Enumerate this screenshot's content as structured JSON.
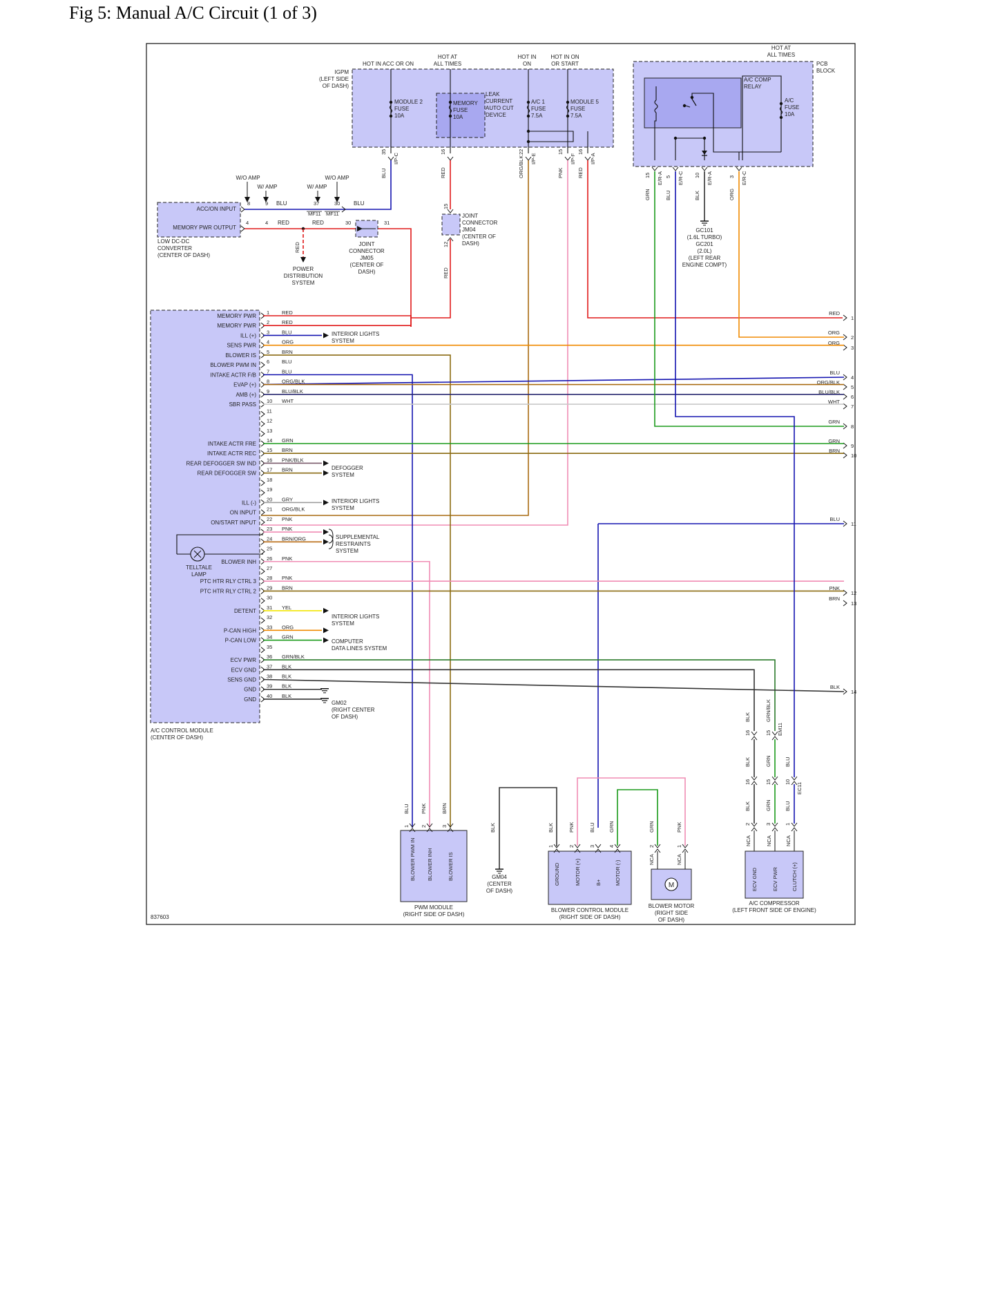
{
  "title": "Fig 5: Manual A/C Circuit (1 of 3)",
  "figure_id": "837603",
  "colors": {
    "RED": "#e01818",
    "BLU": "#1414b0",
    "ORG": "#f08a00",
    "BRN": "#8a6a10",
    "GRN": "#1a9a1a",
    "PNK": "#f08cb4",
    "BLK": "#333333",
    "WHT": "#c8c8c8",
    "YEL": "#f2e600",
    "ORG/BLK": "#a86a10",
    "BLU/BLK": "#2a2a70",
    "PNK/BLK": "#7a5a6a",
    "BRN/ORG": "#b86a10",
    "GRY": "#999999",
    "GRN/BLK": "#2a7a2a",
    "module_fill": "#c8c8f8"
  },
  "headers": {
    "igpm_acc": "HOT IN ACC OR ON",
    "igpm_always": [
      "HOT AT",
      "ALL TIMES"
    ],
    "igpm_on": [
      "HOT IN",
      "ON"
    ],
    "igpm_start": [
      "HOT IN ON",
      "OR START"
    ],
    "pcb_always": [
      "HOT AT",
      "ALL TIMES"
    ]
  },
  "igpm": {
    "label": [
      "IGPM",
      "(LEFT SIDE",
      "OF DASH)"
    ],
    "fuses": [
      [
        "MODULE 2",
        "FUSE",
        "10A"
      ],
      [
        "MEMORY",
        "FUSE",
        "10A"
      ],
      [
        "A/C 1",
        "FUSE",
        "7.5A"
      ],
      [
        "MODULE 5",
        "FUSE",
        "7.5A"
      ]
    ],
    "leak_device": [
      "LEAK",
      "CURRENT",
      "AUTO CUT",
      "DEVICE"
    ]
  },
  "pcb": {
    "label": [
      "PCB",
      "BLOCK"
    ],
    "relay": [
      "A/C COMP",
      "RELAY"
    ],
    "fuse": [
      "A/C",
      "FUSE",
      "10A"
    ]
  },
  "igpm_pins": [
    {
      "pin": "35",
      "conn": "I/P-C",
      "color": "BLU"
    },
    {
      "pin": "16",
      "conn": "",
      "color": "RED"
    },
    {
      "pin": "22",
      "conn": "I/P-E",
      "color": "ORG/BLK"
    },
    {
      "pin": "15",
      "conn": "I/P-F",
      "color": "PNK"
    },
    {
      "pin": "16",
      "conn": "I/P-A",
      "color": "RED"
    }
  ],
  "pcb_pins": [
    {
      "pin": "15",
      "conn": "E/R-A",
      "color": "GRN"
    },
    {
      "pin": "5",
      "conn": "E/R-C",
      "color": "BLU"
    },
    {
      "pin": "10",
      "conn": "E/R-A",
      "color": "BLK"
    },
    {
      "pin": "3",
      "conn": "E/R-C",
      "color": "ORG"
    }
  ],
  "ground_gc": [
    "GC101",
    "(1.6L TURBO)",
    "GC201",
    "(2.0L)",
    "(LEFT REAR",
    "ENGINE COMPT)"
  ],
  "converter": {
    "pins": [
      "ACC/ON INPUT",
      "MEMORY PWR OUTPUT"
    ],
    "label": [
      "LOW DC-DC",
      "CONVERTER",
      "(CENTER OF DASH)"
    ]
  },
  "amp_labels": {
    "wo": "W/O AMP",
    "w": "W/ AMP"
  },
  "acc_wire": {
    "pins": [
      "8",
      "9",
      "37",
      "30"
    ],
    "color_left": "BLU",
    "color_right": "BLU",
    "mf": "MF11"
  },
  "mem_wire": {
    "pins": [
      "4",
      "4",
      "30",
      "31"
    ],
    "color": "RED"
  },
  "power_dist": [
    "POWER",
    "DISTRIBUTION",
    "SYSTEM"
  ],
  "power_dist_wire": "RED",
  "jm05": [
    "JOINT",
    "CONNECTOR",
    "JM05",
    "(CENTER OF",
    "DASH)"
  ],
  "jm04": [
    "JOINT",
    "CONNECTOR",
    "JM04",
    "(CENTER OF",
    "DASH)"
  ],
  "jm04_pins": [
    "15",
    "12"
  ],
  "jm04_wire": "RED",
  "acm": {
    "label": [
      "A/C CONTROL MODULE",
      "(CENTER OF DASH)"
    ],
    "telltale": [
      "TELLTALE",
      "LAMP"
    ],
    "pins": [
      {
        "n": "1",
        "name": "MEMORY PWR",
        "color": "RED"
      },
      {
        "n": "2",
        "name": "MEMORY PWR",
        "color": "RED"
      },
      {
        "n": "3",
        "name": "ILL (+)",
        "color": "BLU"
      },
      {
        "n": "4",
        "name": "SENS PWR",
        "color": "ORG"
      },
      {
        "n": "5",
        "name": "BLOWER IS",
        "color": "BRN"
      },
      {
        "n": "6",
        "name": "BLOWER PWM IN",
        "color": "BLU"
      },
      {
        "n": "7",
        "name": "INTAKE ACTR F/B",
        "color": "BLU"
      },
      {
        "n": "8",
        "name": "EVAP (+)",
        "color": "ORG/BLK"
      },
      {
        "n": "9",
        "name": "AMB (+)",
        "color": "BLU/BLK"
      },
      {
        "n": "10",
        "name": "SBR PASS",
        "color": "WHT"
      },
      {
        "n": "11",
        "name": "",
        "color": ""
      },
      {
        "n": "12",
        "name": "",
        "color": ""
      },
      {
        "n": "13",
        "name": "",
        "color": ""
      },
      {
        "n": "14",
        "name": "INTAKE ACTR FRE",
        "color": "GRN"
      },
      {
        "n": "15",
        "name": "INTAKE ACTR REC",
        "color": "BRN"
      },
      {
        "n": "16",
        "name": "REAR DEFOGGER SW IND",
        "color": "PNK/BLK"
      },
      {
        "n": "17",
        "name": "REAR DEFOGGER SW",
        "color": "BRN"
      },
      {
        "n": "18",
        "name": "",
        "color": ""
      },
      {
        "n": "19",
        "name": "",
        "color": ""
      },
      {
        "n": "20",
        "name": "ILL (-)",
        "color": "GRY"
      },
      {
        "n": "21",
        "name": "ON INPUT",
        "color": "ORG/BLK"
      },
      {
        "n": "22",
        "name": "ON/START INPUT",
        "color": "PNK"
      },
      {
        "n": "23",
        "name": "",
        "color": "PNK"
      },
      {
        "n": "24",
        "name": "",
        "color": "BRN/ORG"
      },
      {
        "n": "25",
        "name": "",
        "color": ""
      },
      {
        "n": "26",
        "name": "BLOWER INH",
        "color": "PNK"
      },
      {
        "n": "27",
        "name": "",
        "color": ""
      },
      {
        "n": "28",
        "name": "PTC HTR RLY CTRL 3",
        "color": "PNK"
      },
      {
        "n": "29",
        "name": "PTC HTR RLY CTRL 2",
        "color": "BRN"
      },
      {
        "n": "30",
        "name": "",
        "color": ""
      },
      {
        "n": "31",
        "name": "DETENT",
        "color": "YEL"
      },
      {
        "n": "32",
        "name": "",
        "color": ""
      },
      {
        "n": "33",
        "name": "P-CAN HIGH",
        "color": "ORG"
      },
      {
        "n": "34",
        "name": "P-CAN LOW",
        "color": "GRN"
      },
      {
        "n": "35",
        "name": "",
        "color": ""
      },
      {
        "n": "36",
        "name": "ECV PWR",
        "color": "GRN/BLK"
      },
      {
        "n": "37",
        "name": "ECV GND",
        "color": "BLK"
      },
      {
        "n": "38",
        "name": "SENS GND",
        "color": "BLK"
      },
      {
        "n": "39",
        "name": "GND",
        "color": "BLK"
      },
      {
        "n": "40",
        "name": "GND",
        "color": "BLK"
      }
    ]
  },
  "right_edge": [
    {
      "pin": "1",
      "color": "RED"
    },
    {
      "pin": "2",
      "color": "ORG"
    },
    {
      "pin": "3",
      "color": "ORG"
    },
    {
      "pin": "4",
      "color": "BLU"
    },
    {
      "pin": "5",
      "color": "ORG/BLK"
    },
    {
      "pin": "6",
      "color": "BLU/BLK"
    },
    {
      "pin": "7",
      "color": "WHT"
    },
    {
      "pin": "8",
      "color": "GRN"
    },
    {
      "pin": "9",
      "color": "GRN"
    },
    {
      "pin": "10",
      "color": "BRN"
    },
    {
      "pin": "11",
      "color": "BLU"
    },
    {
      "pin": "12",
      "color": "PNK"
    },
    {
      "pin": "13",
      "color": "BRN"
    },
    {
      "pin": "14",
      "color": "BLK"
    }
  ],
  "systems": {
    "interior_lights": [
      "INTERIOR LIGHTS",
      "SYSTEM"
    ],
    "defogger": [
      "DEFOGGER",
      "SYSTEM"
    ],
    "srs": [
      "SUPPLEMENTAL",
      "RESTRAINTS",
      "SYSTEM"
    ],
    "computer": [
      "COMPUTER",
      "DATA LINES SYSTEM"
    ],
    "gm02": [
      "GM02",
      "(RIGHT CENTER",
      "OF DASH)"
    ]
  },
  "comp_conn": {
    "em11": {
      "name": "EM11",
      "pins": [
        "16",
        "15"
      ],
      "colors": [
        "BLK",
        "GRN/BLK"
      ]
    },
    "mid": {
      "pins": [
        "16",
        "15",
        "10"
      ],
      "colors": [
        "BLK",
        "GRN",
        "BLU"
      ]
    },
    "ec11": {
      "name": "EC11",
      "pins": [
        "2",
        "3",
        "1"
      ],
      "colors": [
        "BLK",
        "GRN",
        "BLU"
      ]
    }
  },
  "pwm_module": {
    "label": [
      "PWM MODULE",
      "(RIGHT SIDE OF DASH)"
    ],
    "pins": [
      {
        "n": "1",
        "name": "BLOWER PWM IN",
        "color": "BLU"
      },
      {
        "n": "2",
        "name": "BLOWER INH",
        "color": "PNK"
      },
      {
        "n": "3",
        "name": "BLOWER IS",
        "color": "BRN"
      }
    ]
  },
  "gm04": {
    "label": [
      "GM04",
      "(CENTER",
      "OF DASH)"
    ],
    "color": "BLK"
  },
  "bcm": {
    "label": [
      "BLOWER CONTROL MODULE",
      "(RIGHT SIDE OF DASH)"
    ],
    "pins": [
      {
        "n": "1",
        "name": "GROUND",
        "color": "BLK"
      },
      {
        "n": "2",
        "name": "MOTOR (+)",
        "color": "PNK"
      },
      {
        "n": "3",
        "name": "B+",
        "color": "BLU"
      },
      {
        "n": "4",
        "name": "MOTOR (-)",
        "color": "GRN"
      }
    ]
  },
  "blower_motor": {
    "label": [
      "BLOWER MOTOR",
      "(RIGHT SIDE",
      "OF DASH)"
    ],
    "symbol": "M",
    "pins": [
      {
        "n": "2",
        "name": "NCA",
        "color": "GRN"
      },
      {
        "n": "1",
        "name": "NCA",
        "color": "PNK"
      }
    ]
  },
  "compressor": {
    "label": [
      "A/C COMPRESSOR",
      "(LEFT FRONT SIDE OF ENGINE)"
    ],
    "pins": [
      {
        "n": "2",
        "name": "ECV GND",
        "wire": "NCA"
      },
      {
        "n": "3",
        "name": "ECV PWR",
        "wire": "NCA"
      },
      {
        "n": "1",
        "name": "CLUTCH (+)",
        "wire": "NCA"
      }
    ]
  }
}
